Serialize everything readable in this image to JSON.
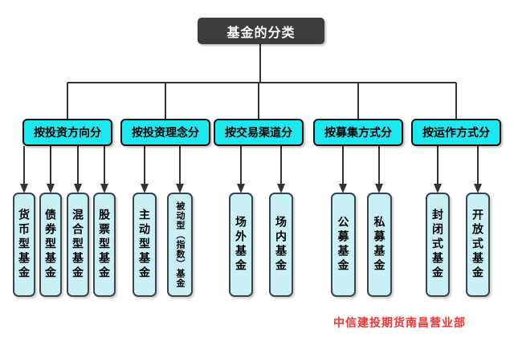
{
  "title": "基金的分类",
  "branches": [
    {
      "label": "按投资方向分",
      "children": [
        "货币型基金",
        "债券型基金",
        "混合型基金",
        "股票型基金"
      ]
    },
    {
      "label": "按投资理念分",
      "children": [
        "主动型基金",
        "被动型（指数）基金"
      ]
    },
    {
      "label": "按交易渠道分",
      "children": [
        "场外基金",
        "场内基金"
      ]
    },
    {
      "label": "按募集方式分",
      "children": [
        "公募基金",
        "私募基金"
      ]
    },
    {
      "label": "按运作方式分",
      "children": [
        "封闭式基金",
        "开放式基金"
      ]
    }
  ],
  "footer": {
    "watermark": "中信建投期货南昌营业部"
  },
  "colors": {
    "root_box": "#3d3d3d",
    "root_text": "#ffffff",
    "branch_box": "#1de7ef",
    "leaf_box": "#c9f0f5",
    "connector": "#333333",
    "watermark_text": "#f9302e",
    "background": "#ffffff"
  }
}
